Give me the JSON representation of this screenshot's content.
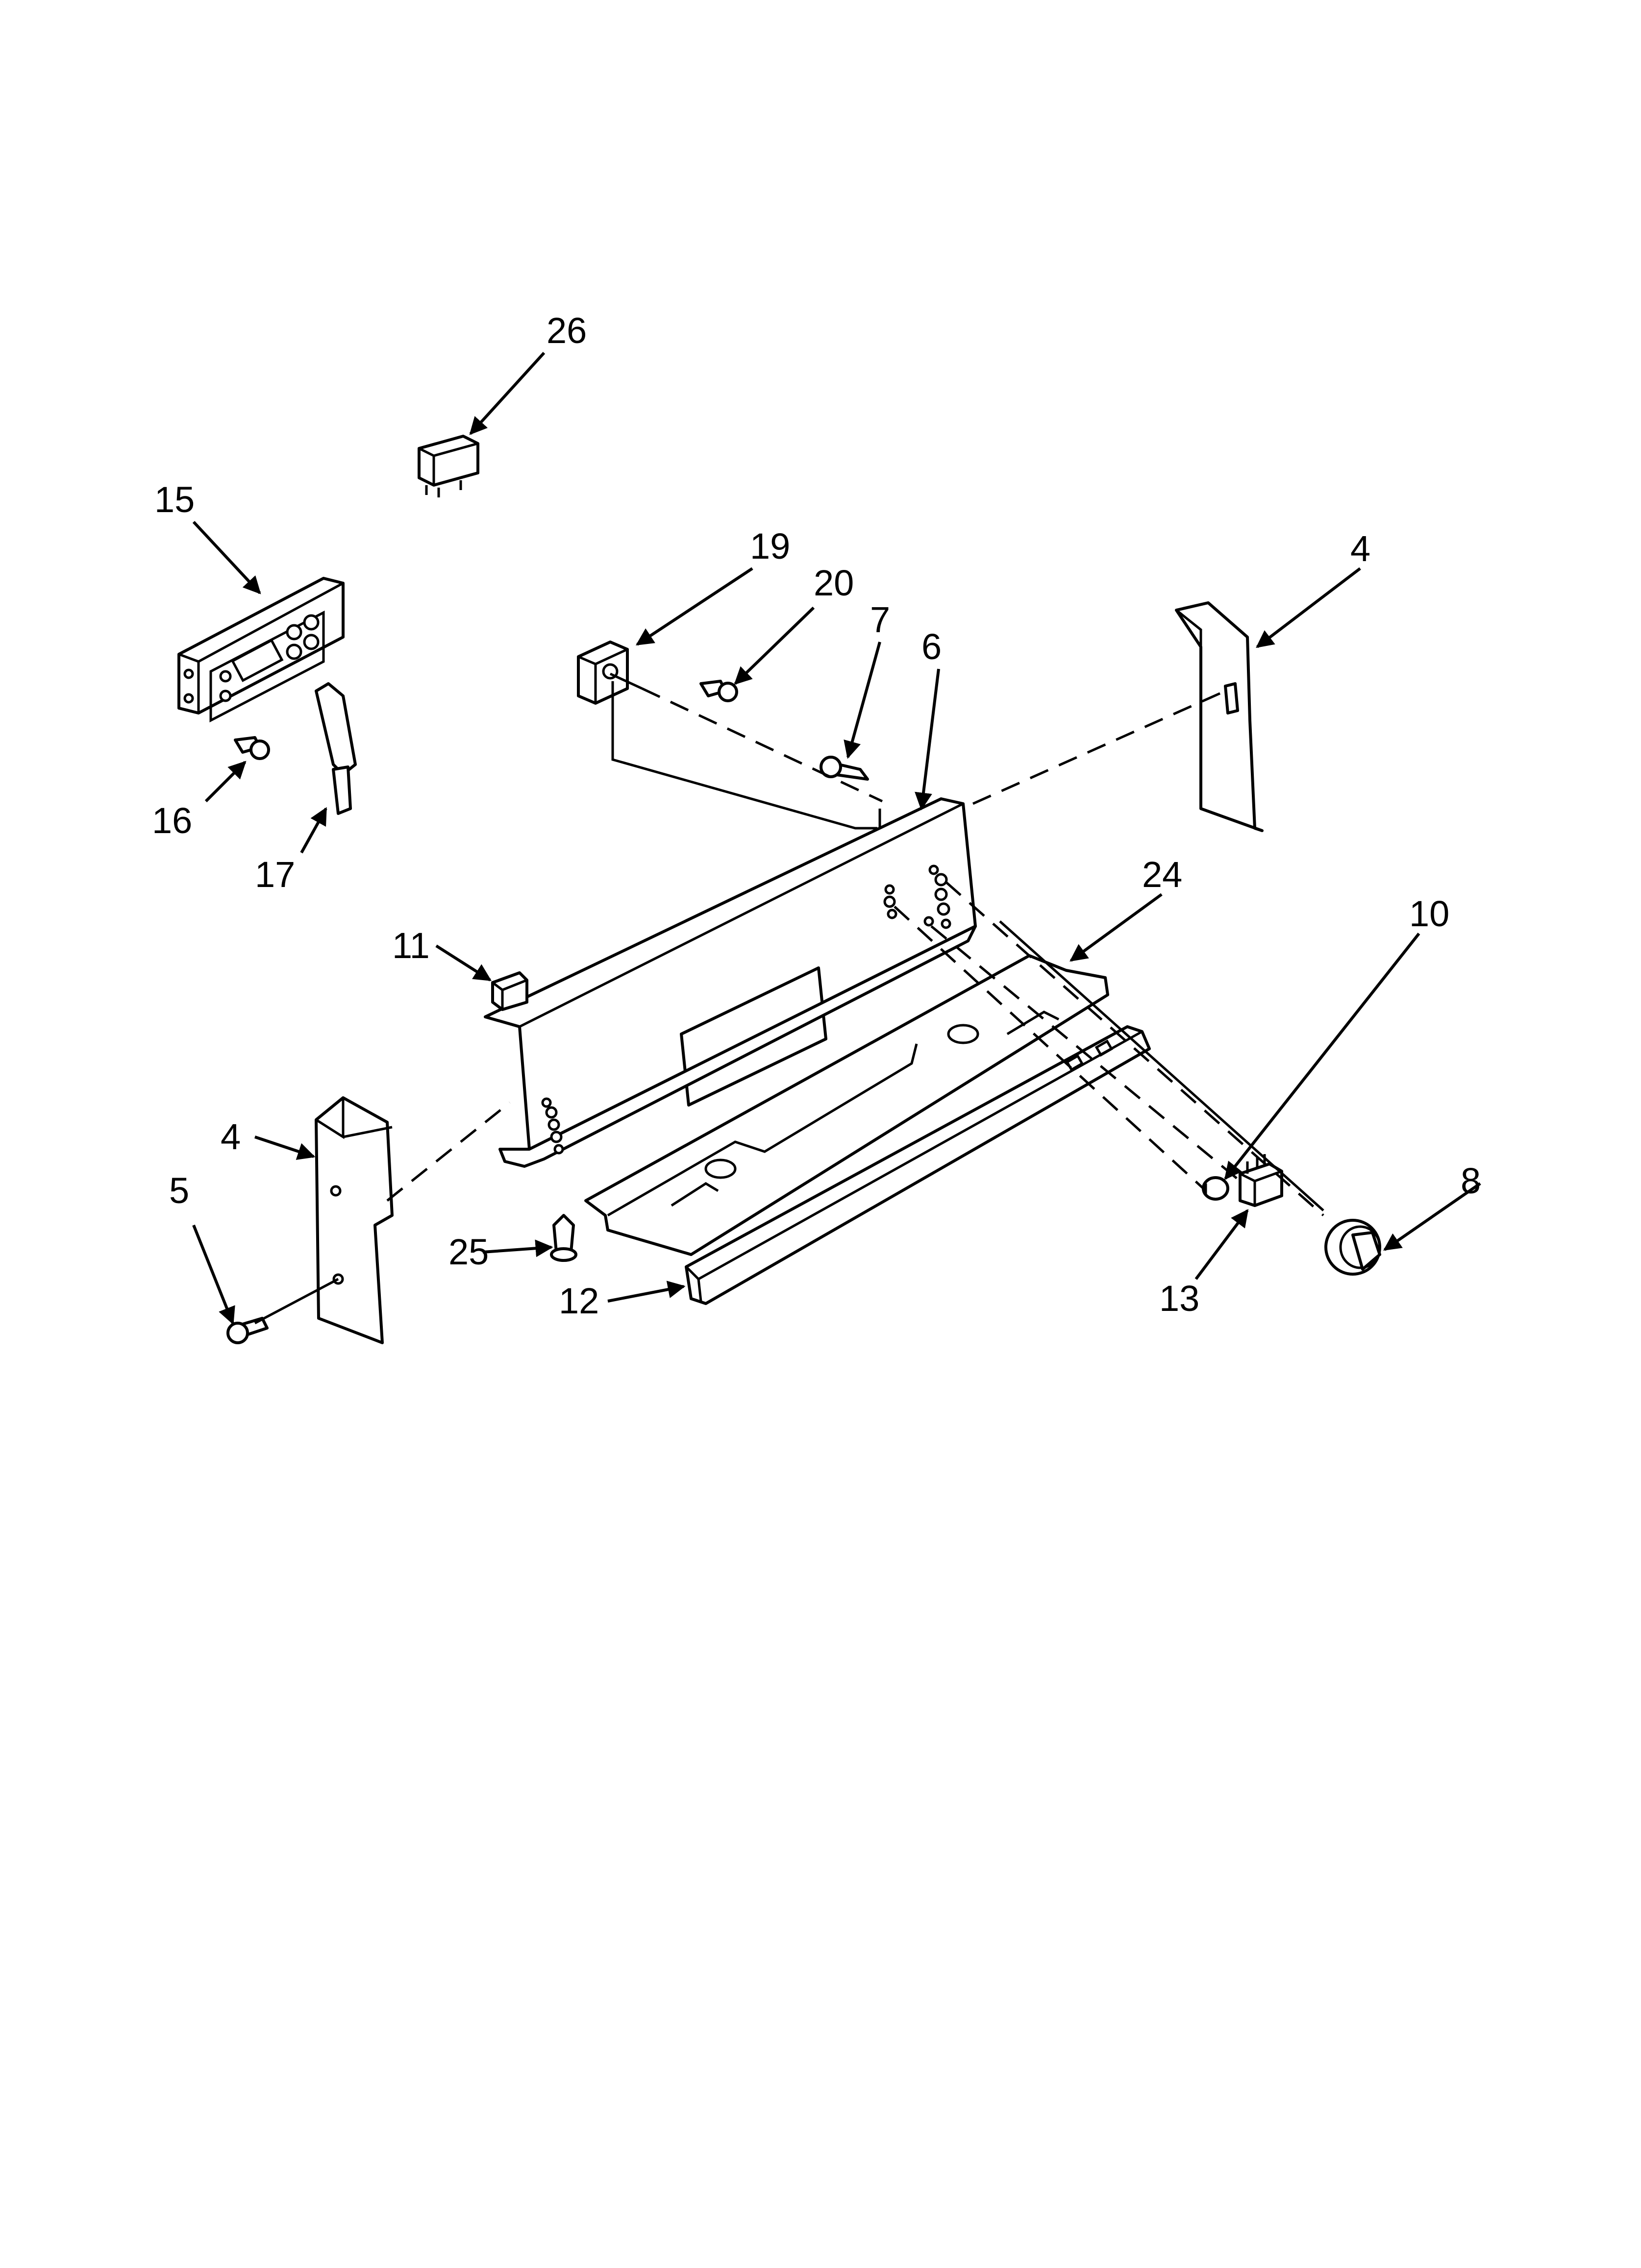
{
  "callouts": [
    {
      "id": "26",
      "label": "26"
    },
    {
      "id": "15",
      "label": "15"
    },
    {
      "id": "19",
      "label": "19"
    },
    {
      "id": "20",
      "label": "20"
    },
    {
      "id": "7",
      "label": "7"
    },
    {
      "id": "6",
      "label": "6"
    },
    {
      "id": "4-right",
      "label": "4"
    },
    {
      "id": "16",
      "label": "16"
    },
    {
      "id": "17",
      "label": "17"
    },
    {
      "id": "24",
      "label": "24"
    },
    {
      "id": "10",
      "label": "10"
    },
    {
      "id": "11",
      "label": "11"
    },
    {
      "id": "4-left",
      "label": "4"
    },
    {
      "id": "5",
      "label": "5"
    },
    {
      "id": "8",
      "label": "8"
    },
    {
      "id": "25",
      "label": "25"
    },
    {
      "id": "12",
      "label": "12"
    },
    {
      "id": "13",
      "label": "13"
    }
  ]
}
